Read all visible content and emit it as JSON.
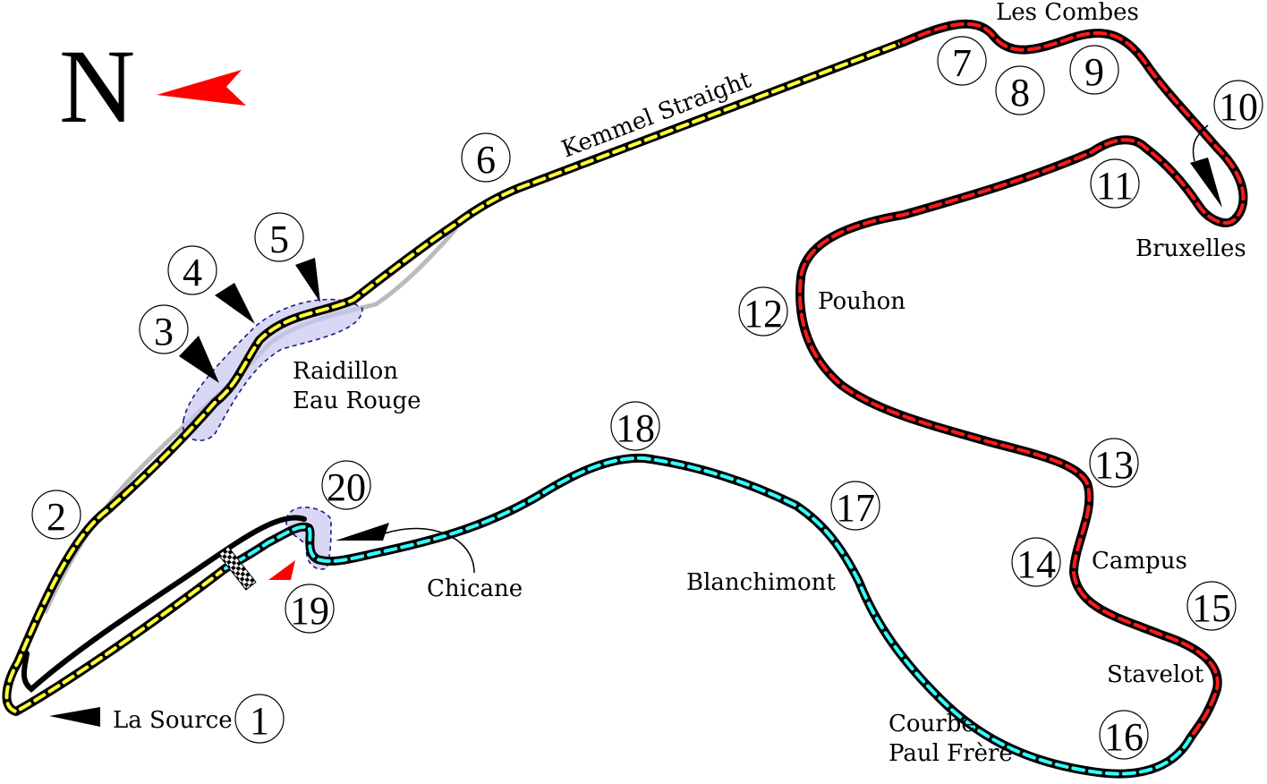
{
  "compass": {
    "letter": "N"
  },
  "colors": {
    "sector1": "#ffff33",
    "sector2": "#ff1a1a",
    "sector3": "#33ffff",
    "track": "#000000",
    "runoff": "#bbbbbb",
    "highlight": "#c8c8f0",
    "north_arrow": "#ff0000"
  },
  "corners": [
    {
      "n": "1"
    },
    {
      "n": "2"
    },
    {
      "n": "3"
    },
    {
      "n": "4"
    },
    {
      "n": "5"
    },
    {
      "n": "6"
    },
    {
      "n": "7"
    },
    {
      "n": "8"
    },
    {
      "n": "9"
    },
    {
      "n": "10"
    },
    {
      "n": "11"
    },
    {
      "n": "12"
    },
    {
      "n": "13"
    },
    {
      "n": "14"
    },
    {
      "n": "15"
    },
    {
      "n": "16"
    },
    {
      "n": "17"
    },
    {
      "n": "18"
    },
    {
      "n": "19"
    },
    {
      "n": "20"
    }
  ],
  "labels": {
    "la_source": "La Source",
    "raidillon_1": "Raidillon",
    "raidillon_2": "Eau Rouge",
    "kemmel": "Kemmel Straight",
    "les_combes": "Les Combes",
    "bruxelles": "Bruxelles",
    "pouhon": "Pouhon",
    "campus": "Campus",
    "stavelot": "Stavelot",
    "paul_frere_1": "Courbe",
    "paul_frere_2": "Paul Frère",
    "blanchimont": "Blanchimont",
    "chicane": "Chicane"
  }
}
